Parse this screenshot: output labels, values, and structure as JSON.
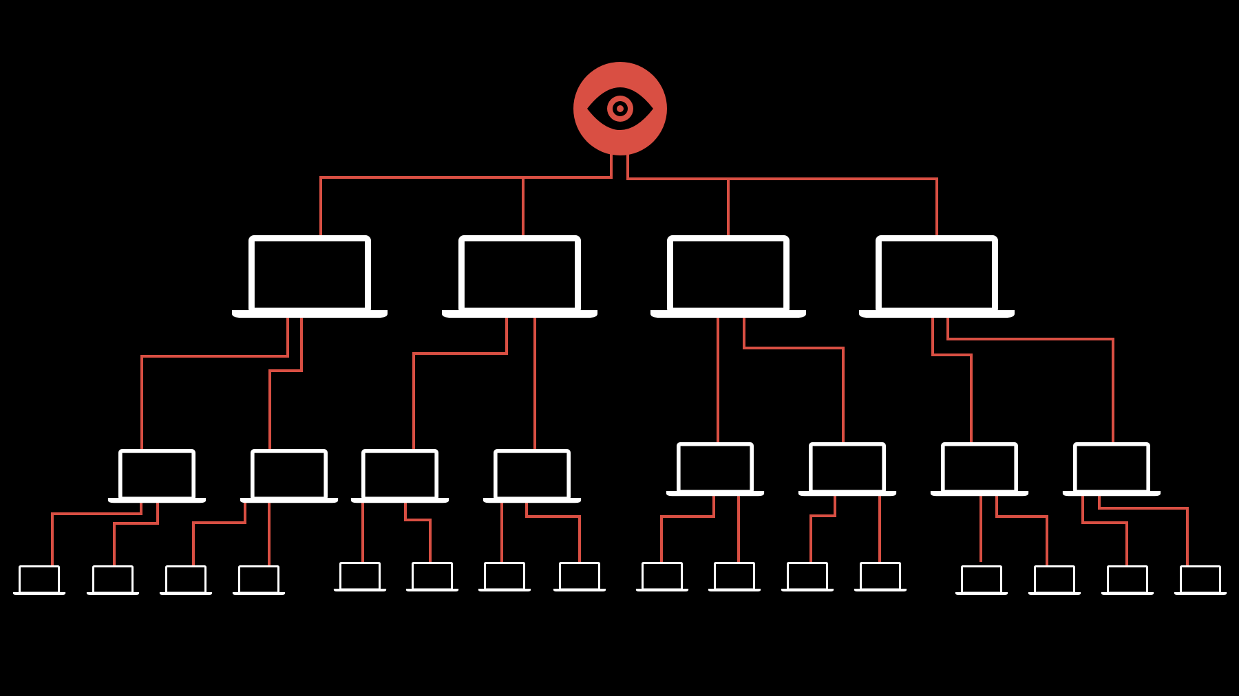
{
  "diagram": {
    "kind": "network-tree",
    "background": "#000000",
    "colors": {
      "link": "#d94f43",
      "device": "#ffffff",
      "hub": "#d94f43",
      "hub_icon": "#000000"
    },
    "root": {
      "icon": "eye-icon",
      "role": "observer"
    },
    "tiers": [
      {
        "level": 1,
        "device": "laptop-icon",
        "count": 4
      },
      {
        "level": 2,
        "device": "laptop-icon",
        "count": 8,
        "children_per_parent": 2
      },
      {
        "level": 3,
        "device": "laptop-icon",
        "count": 16,
        "children_per_parent": 2
      }
    ]
  }
}
